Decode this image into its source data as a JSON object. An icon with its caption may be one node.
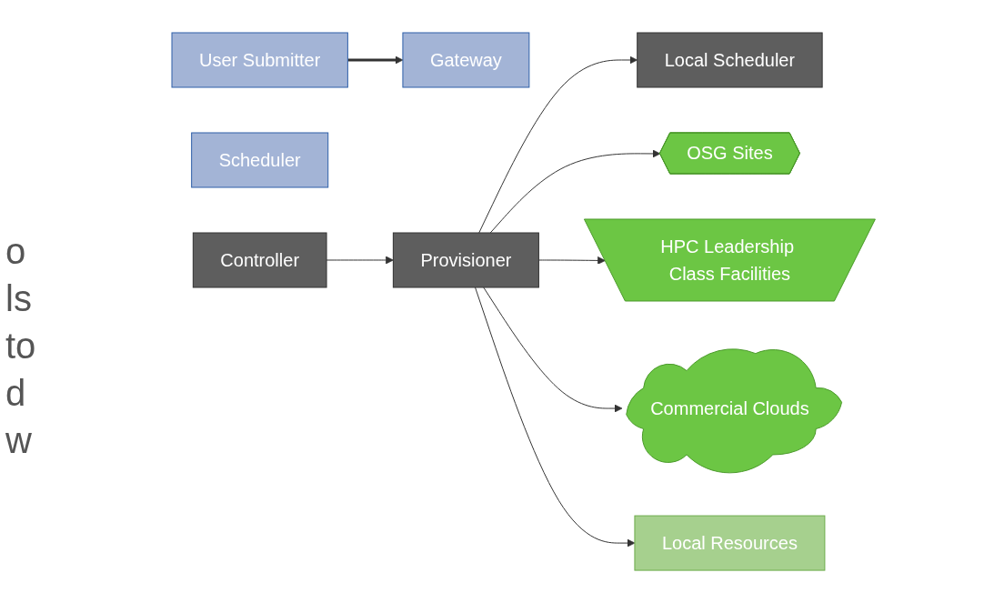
{
  "diagram": {
    "nodes": [
      {
        "text": [
          "User Submitter"
        ]
      },
      {
        "text": [
          "Gateway"
        ]
      },
      {
        "text": [
          "Scheduler"
        ]
      },
      {
        "text": [
          "Controller"
        ]
      },
      {
        "text": [
          "Local Scheduler"
        ]
      },
      {
        "text": [
          "Provisioner"
        ]
      },
      {
        "text": [
          "OSG Sites"
        ]
      },
      {
        "text": [
          "HPC Leadership Class Facilities"
        ]
      },
      {
        "text": [
          "Commercial Clouds"
        ]
      },
      {
        "text": [
          "Local Resources"
        ]
      }
    ],
    "edges": [
      {
        "from": 0,
        "to": 1,
        "arrow": "to",
        "style": "thick"
      },
      {
        "from": 3,
        "to": 5,
        "arrow": "to"
      },
      {
        "from": 5,
        "to": 4,
        "arrow": "to"
      },
      {
        "from": 5,
        "to": 6,
        "arrow": "to"
      },
      {
        "from": 5,
        "to": 7,
        "arrow": "to"
      },
      {
        "from": 5,
        "to": 8,
        "arrow": "to"
      },
      {
        "from": 5,
        "to": 9,
        "arrow": "to"
      }
    ],
    "labels": [
      "o",
      "ls",
      "to",
      "d",
      "w"
    ]
  }
}
